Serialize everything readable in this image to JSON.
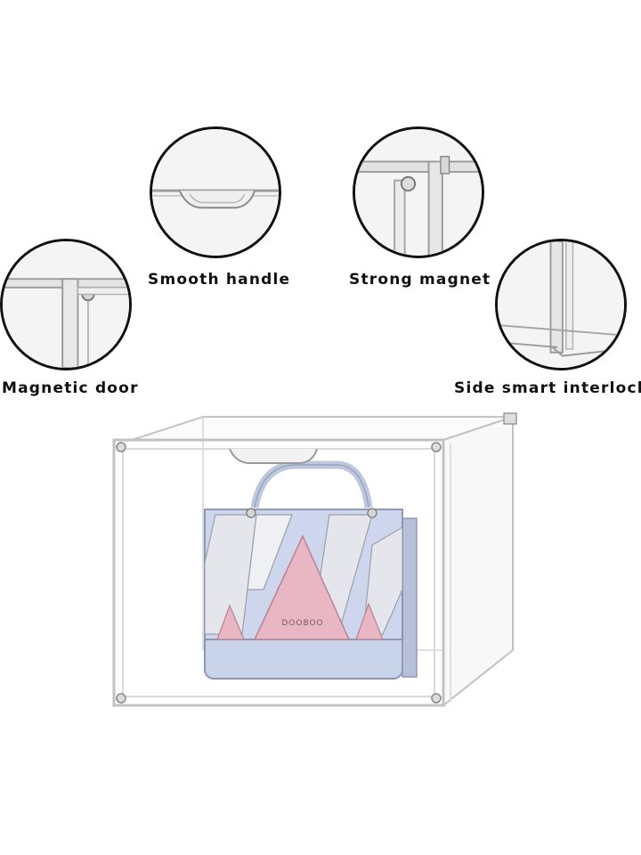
{
  "features": {
    "smooth_handle": {
      "label": "Smooth handle",
      "icon": "handle-closeup"
    },
    "strong_magnet": {
      "label": "Strong magnet",
      "icon": "magnet-closeup"
    },
    "magnetic_door": {
      "label": "Magnetic door",
      "icon": "door-closeup"
    },
    "side_interlock": {
      "label": "Side smart interlock",
      "icon": "interlock-closeup"
    }
  },
  "product": {
    "bag_brand": "DOOBOO",
    "colors": {
      "bag_body": "#c9d3ea",
      "bag_accent": "#e8b7c3",
      "bag_silver": "#e4e6ec",
      "box_edge": "#bfc3c6"
    }
  }
}
